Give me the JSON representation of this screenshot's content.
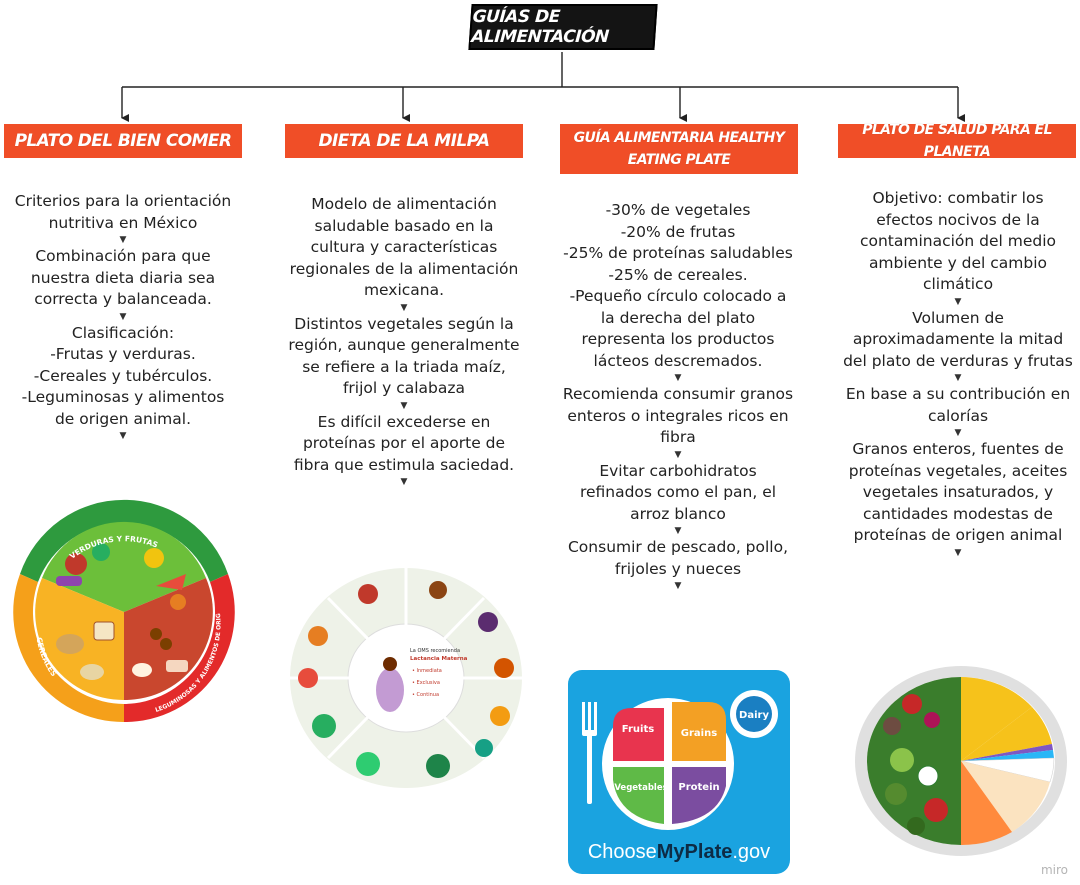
{
  "title": "GUÍAS DE ALIMENTACIÓN",
  "watermark": "miro",
  "columns": [
    {
      "header": "PLATO DEL BIEN COMER",
      "items": [
        "Criterios para la orientación nutritiva en México",
        "Combinación para que nuestra dieta diaria sea correcta y balanceada.",
        "Clasificación:\n-Frutas y verduras.\n-Cereales y tubérculos.\n-Leguminosas y alimentos de origen animal."
      ],
      "image": {
        "name": "plato-del-bien-comer",
        "labels": [
          "VERDURAS Y FRUTAS",
          "CEREALES",
          "LEGUMINOSAS Y ALIMENTOS DE ORIGEN ANIMAL"
        ]
      }
    },
    {
      "header": "DIETA DE LA MILPA",
      "items": [
        "Modelo de alimentación saludable basado en la cultura y características regionales de la alimentación mexicana.",
        "Distintos vegetales según la región, aunque generalmente se refiere a la triada maíz, frijol y calabaza",
        "Es difícil excederse en proteínas por el aporte de fibra que estimula saciedad."
      ],
      "image": {
        "name": "dieta-de-la-milpa",
        "lines": [
          "La OMS recomienda",
          "Lactancia Materna",
          "• Inmediata",
          "• Exclusiva",
          "• Continua"
        ]
      }
    },
    {
      "header": "GUÍA ALIMENTARIA HEALTHY EATING PLATE",
      "items": [
        "-30% de vegetales\n-20% de frutas\n-25% de proteínas saludables\n-25% de cereales.\n-Pequeño círculo colocado a la derecha del plato representa los productos lácteos descremados.",
        "Recomienda consumir granos enteros o integrales ricos en fibra",
        "Evitar carbohidratos refinados como el pan, el arroz blanco",
        "Consumir de pescado, pollo, frijoles y nueces"
      ],
      "image": {
        "name": "choose-my-plate",
        "sections": [
          "Fruits",
          "Grains",
          "Vegetables",
          "Protein",
          "Dairy"
        ],
        "brand_prefix": "Choose",
        "brand_bold": "MyPlate",
        "brand_suffix": ".gov"
      }
    },
    {
      "header": "PLATO DE SALUD PARA EL PLANETA",
      "items": [
        "Objetivo: combatir los efectos nocivos de la contaminación del medio ambiente y del cambio climático",
        "Volumen de aproximadamente la mitad del plato de verduras y frutas",
        "En base a su contribución en calorías",
        "Granos enteros, fuentes de proteínas vegetales, aceites vegetales insaturados, y cantidades modestas de proteínas de origen animal"
      ],
      "image": {
        "name": "planetary-health-plate"
      }
    }
  ],
  "colors": {
    "header_bg": "#f04e27",
    "title_bg": "#141414",
    "plate_green": "#2e9a3e",
    "plate_orange": "#f5a01a",
    "plate_red": "#e32a2a",
    "myplate_blue": "#1aa3e0"
  }
}
